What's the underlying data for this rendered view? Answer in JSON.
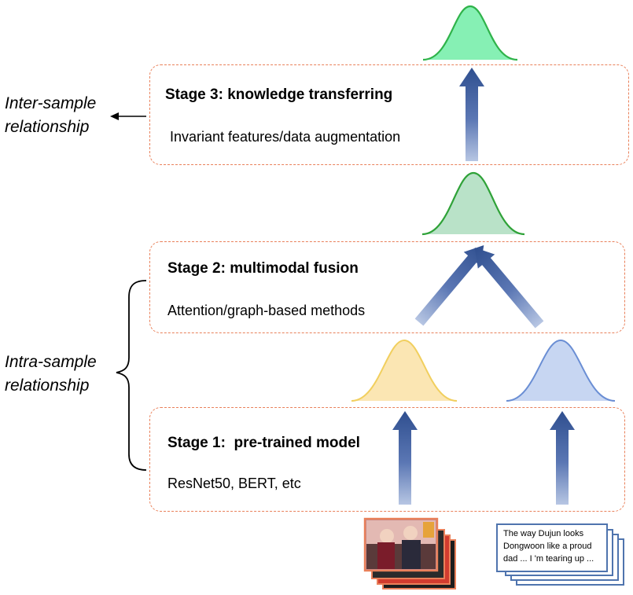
{
  "stages": [
    {
      "title": "Stage 3: knowledge transferring",
      "desc": "Invariant features/data augmentation"
    },
    {
      "title": "Stage 2: multimodal fusion",
      "desc": "Attention/graph-based methods"
    },
    {
      "title": "Stage 1:  pre-trained model",
      "desc": "ResNet50, BERT, etc"
    }
  ],
  "side_labels": {
    "inter": [
      "Inter-sample",
      "relationship"
    ],
    "intra": [
      "Intra-sample",
      "relationship"
    ]
  },
  "text_card": {
    "lines": [
      "The way Dujun looks",
      "Dongwoon like a proud",
      "dad ... I 'm tearing up ..."
    ]
  },
  "colors": {
    "box_border": "#e9805a",
    "arrow_dark": "#2f4f8f",
    "arrow_light": "#a9b8d8",
    "curve_top_fill": "#86f0b4",
    "curve_top_stroke": "#2fb34a",
    "curve_mid_fill": "#b9e2c8",
    "curve_mid_stroke": "#2fa238",
    "curve_image_fill": "#fbe6b3",
    "curve_image_stroke": "#f1cf5e",
    "curve_text_fill": "#c7d6f2",
    "curve_text_stroke": "#6a8ed4"
  }
}
